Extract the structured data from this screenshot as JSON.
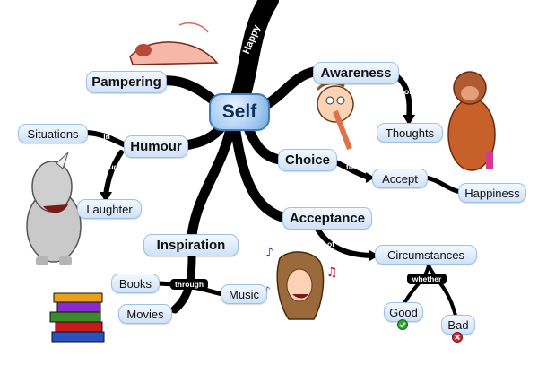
{
  "center": {
    "label": "Self"
  },
  "branch_labels": {
    "happy": "Happy"
  },
  "main_nodes": {
    "pampering": "Pampering",
    "humour": "Humour",
    "awareness": "Awareness",
    "choice": "Choice",
    "acceptance": "Acceptance",
    "inspiration": "Inspiration"
  },
  "sub_nodes": {
    "situations": "Situations",
    "laughter": "Laughter",
    "thoughts": "Thoughts",
    "accept": "Accept",
    "happiness": "Happiness",
    "circumstances": "Circumstances",
    "good": "Good",
    "bad": "Bad",
    "books": "Books",
    "movies": "Movies",
    "music": "Music"
  },
  "link_labels": {
    "in": "in",
    "through_humour": "through",
    "of_awareness": "of",
    "to": "to",
    "of_acceptance": "of",
    "whether": "whether",
    "through_inspiration": "through"
  },
  "colors": {
    "branch": "#000000",
    "node_fill": "#d6e6f8",
    "good_badge": "#2fa82f",
    "bad_badge": "#d62a2a"
  },
  "icons": {
    "good": "check-badge-icon",
    "bad": "cross-badge-icon"
  }
}
